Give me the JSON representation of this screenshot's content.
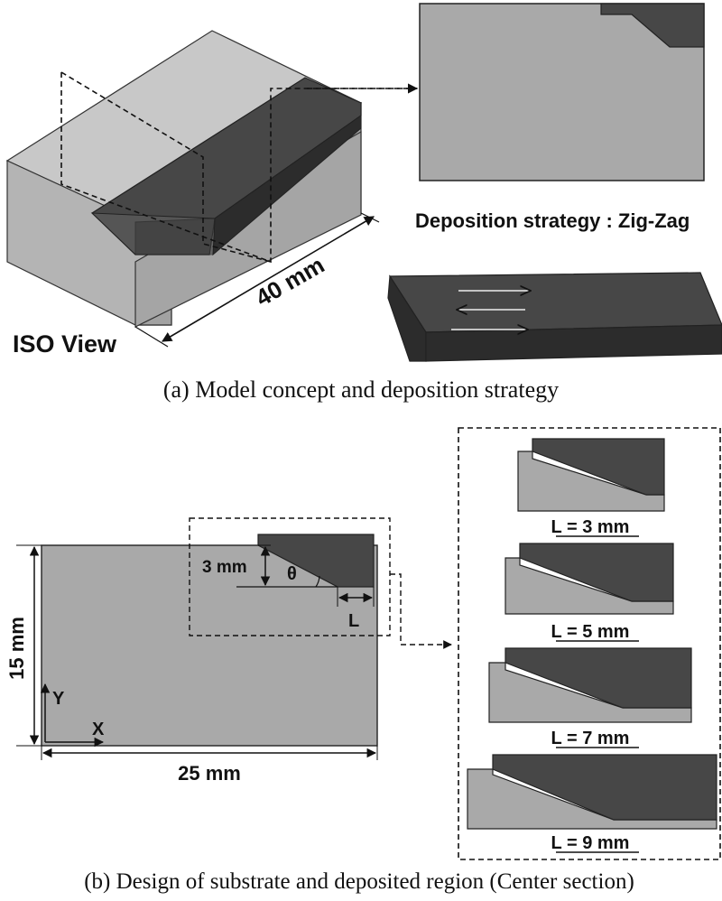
{
  "part_a": {
    "iso_view_label": "ISO View",
    "length_label": "40 mm",
    "strategy_label": "Deposition strategy : Zig-Zag",
    "caption": "(a) Model concept and deposition strategy"
  },
  "part_b": {
    "height_label": "15 mm",
    "width_label": "25 mm",
    "depth_label": "3 mm",
    "angle_label": "θ",
    "l_label": "L",
    "y_axis": "Y",
    "x_axis": "X",
    "variants": [
      {
        "label": "L = 3 mm"
      },
      {
        "label": "L = 5 mm"
      },
      {
        "label": "L = 7 mm"
      },
      {
        "label": "L = 9 mm"
      }
    ],
    "caption": "(b) Design of substrate and deposited region (Center section)"
  },
  "colors": {
    "substrate": "#a9a9a9",
    "substrate_top": "#c8c8c8",
    "substrate_side": "#b4b4b4",
    "deposit": "#474747",
    "deposit_dark": "#2c2c2c"
  }
}
